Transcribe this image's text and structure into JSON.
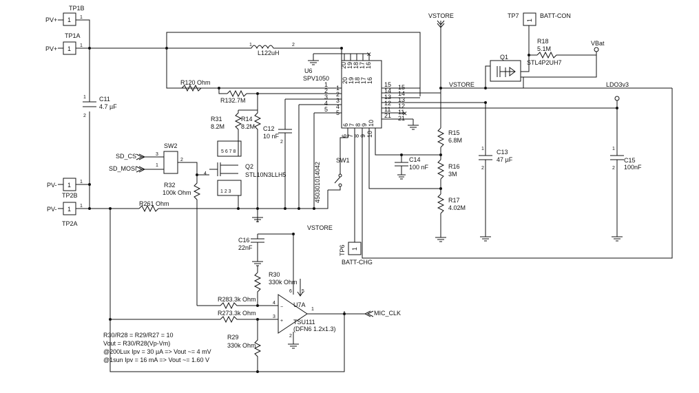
{
  "testpoints": {
    "tp1b": {
      "name": "TP1B",
      "pin": "1",
      "net": "PV+"
    },
    "tp1a": {
      "name": "TP1A",
      "pin": "1",
      "net": "PV+"
    },
    "tp2b": {
      "name": "TP2B",
      "pin": "1",
      "net": "PV-"
    },
    "tp2a": {
      "name": "TP2A",
      "pin": "1",
      "net": "PV-"
    },
    "tp7": {
      "name": "TP7",
      "pin": "1",
      "net": "BATT-CON"
    },
    "tp6": {
      "name": "TP6",
      "pin": "1",
      "net": "BATT-CHG"
    }
  },
  "nets": {
    "vstore": "VSTORE",
    "vbat": "VBat",
    "ldo": "LDO3v3",
    "sd_cs": "SD_CS",
    "sd_mosi": "SD_MOSI",
    "mic_clk": "MIC_CLK"
  },
  "components": {
    "l1": {
      "ref": "L122uH",
      "pin1": "1",
      "pin2": "2"
    },
    "c11": {
      "ref": "C11",
      "value": "4.7 µF"
    },
    "r120": {
      "ref": "R120 Ohm"
    },
    "r132": {
      "ref": "R132.7M"
    },
    "r31": {
      "ref": "R31",
      "value": "8.2M"
    },
    "r14": {
      "ref": "R14",
      "value": "8.2M"
    },
    "c12": {
      "ref": "C12",
      "value": "10 nF"
    },
    "sw2": {
      "ref": "SW2"
    },
    "r32": {
      "ref": "R32",
      "value": "100k Ohm"
    },
    "q2": {
      "ref": "Q2",
      "part": "STL10N3LLH5"
    },
    "r261": {
      "ref": "R261 Ohm"
    },
    "u6": {
      "ref": "U6",
      "part": "SPV1050"
    },
    "cap_part": {
      "text": "450301014042"
    },
    "sw1": {
      "ref": "SW1"
    },
    "c14": {
      "ref": "C14",
      "value": "100 nF"
    },
    "r15": {
      "ref": "R15",
      "value": "6.8M"
    },
    "r16": {
      "ref": "R16",
      "value": "3M"
    },
    "r17": {
      "ref": "R17",
      "value": "4.02M"
    },
    "q1": {
      "ref": "Q1",
      "part": "STL4P2UH7"
    },
    "r18": {
      "ref": "R18",
      "value": "5.1M"
    },
    "c13": {
      "ref": "C13",
      "value": "47 µF"
    },
    "c15": {
      "ref": "C15",
      "value": "100nF"
    },
    "c16": {
      "ref": "C16",
      "value": "22nF"
    },
    "r30": {
      "ref": "R30",
      "value": "330k Ohm"
    },
    "r28": {
      "ref": "R283.3k Ohm"
    },
    "r27": {
      "ref": "R273.3k Ohm"
    },
    "r29": {
      "ref": "R29",
      "value": "330k Ohm"
    },
    "u7": {
      "ref": "U7A",
      "part": "TSU111",
      "pkg": "(DFN6 1.2x1.3)"
    }
  },
  "u6_pins": {
    "left": [
      "1",
      "2",
      "3",
      "4",
      "5"
    ],
    "right": [
      "15",
      "14",
      "13",
      "12",
      "11",
      "21"
    ],
    "top": [
      "20",
      "19",
      "18",
      "17",
      "16"
    ],
    "bottom": [
      "6",
      "7",
      "8",
      "9",
      "10"
    ]
  },
  "notes": [
    "R30/R28 = R29/R27 = 10",
    "Vout = R30/R28(Vp-Vm)",
    "@200Lux Ipv = 30 µA => Vout ~= 4 mV",
    "@1sun Ipv = 16 mA => Vout ~= 1.60 V"
  ]
}
